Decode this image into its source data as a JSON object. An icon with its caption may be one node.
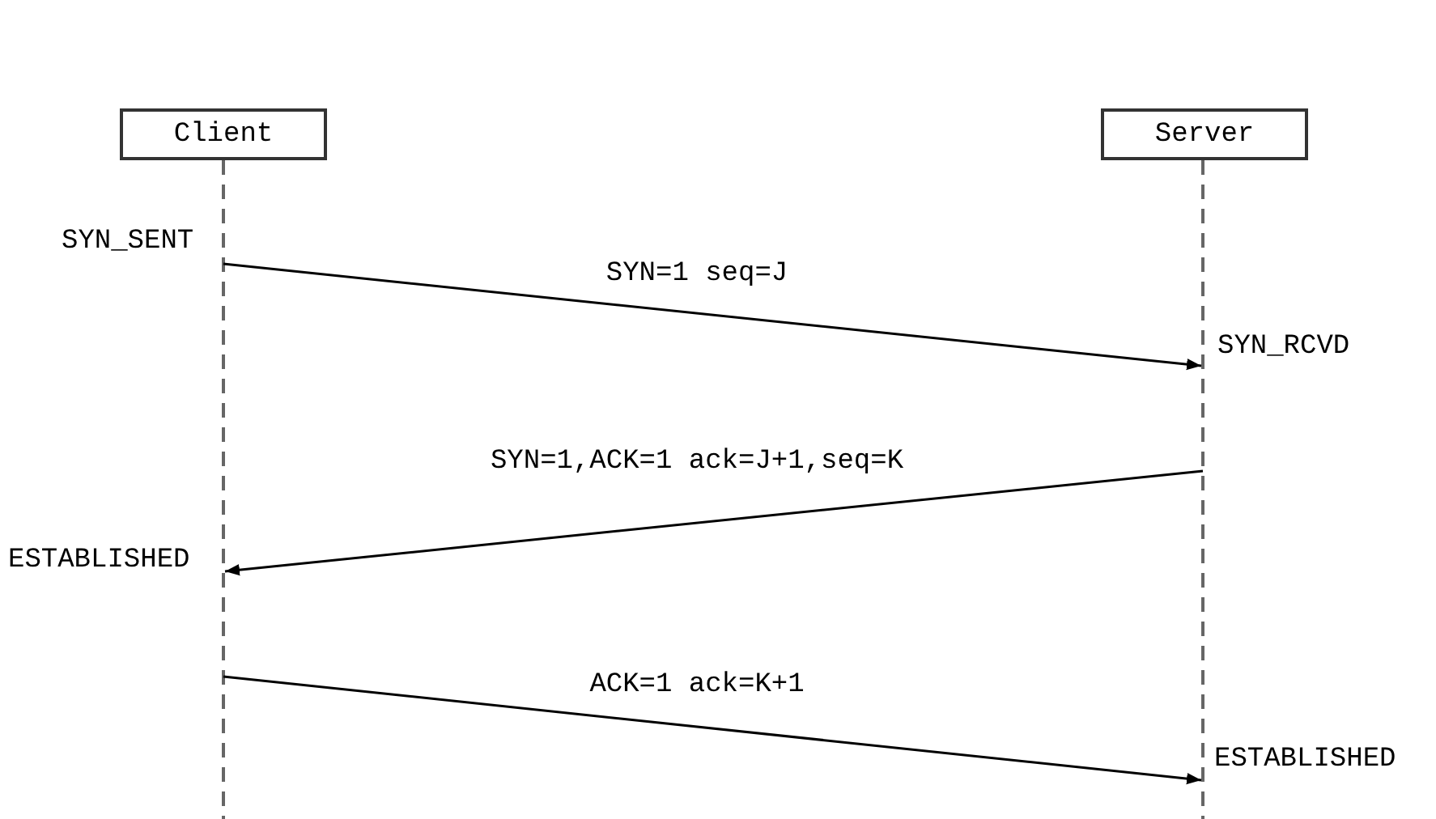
{
  "diagram": {
    "nodes": [
      {
        "text": [
          "Client"
        ]
      },
      {
        "text": [
          "Server"
        ]
      }
    ],
    "edges": [
      {
        "from": 0,
        "to": 1,
        "arrow": "to",
        "label": "SYN=1 seq=J"
      },
      {
        "from": 1,
        "to": 0,
        "arrow": "to",
        "label": "SYN=1,ACK=1 ack=J+1,seq=K"
      },
      {
        "from": 0,
        "to": 1,
        "arrow": "to",
        "label": "ACK=1 ack=K+1"
      }
    ],
    "labels": [
      "SYN_SENT",
      "SYN_RCVD",
      "ESTABLISHED",
      "ESTABLISHED"
    ]
  }
}
